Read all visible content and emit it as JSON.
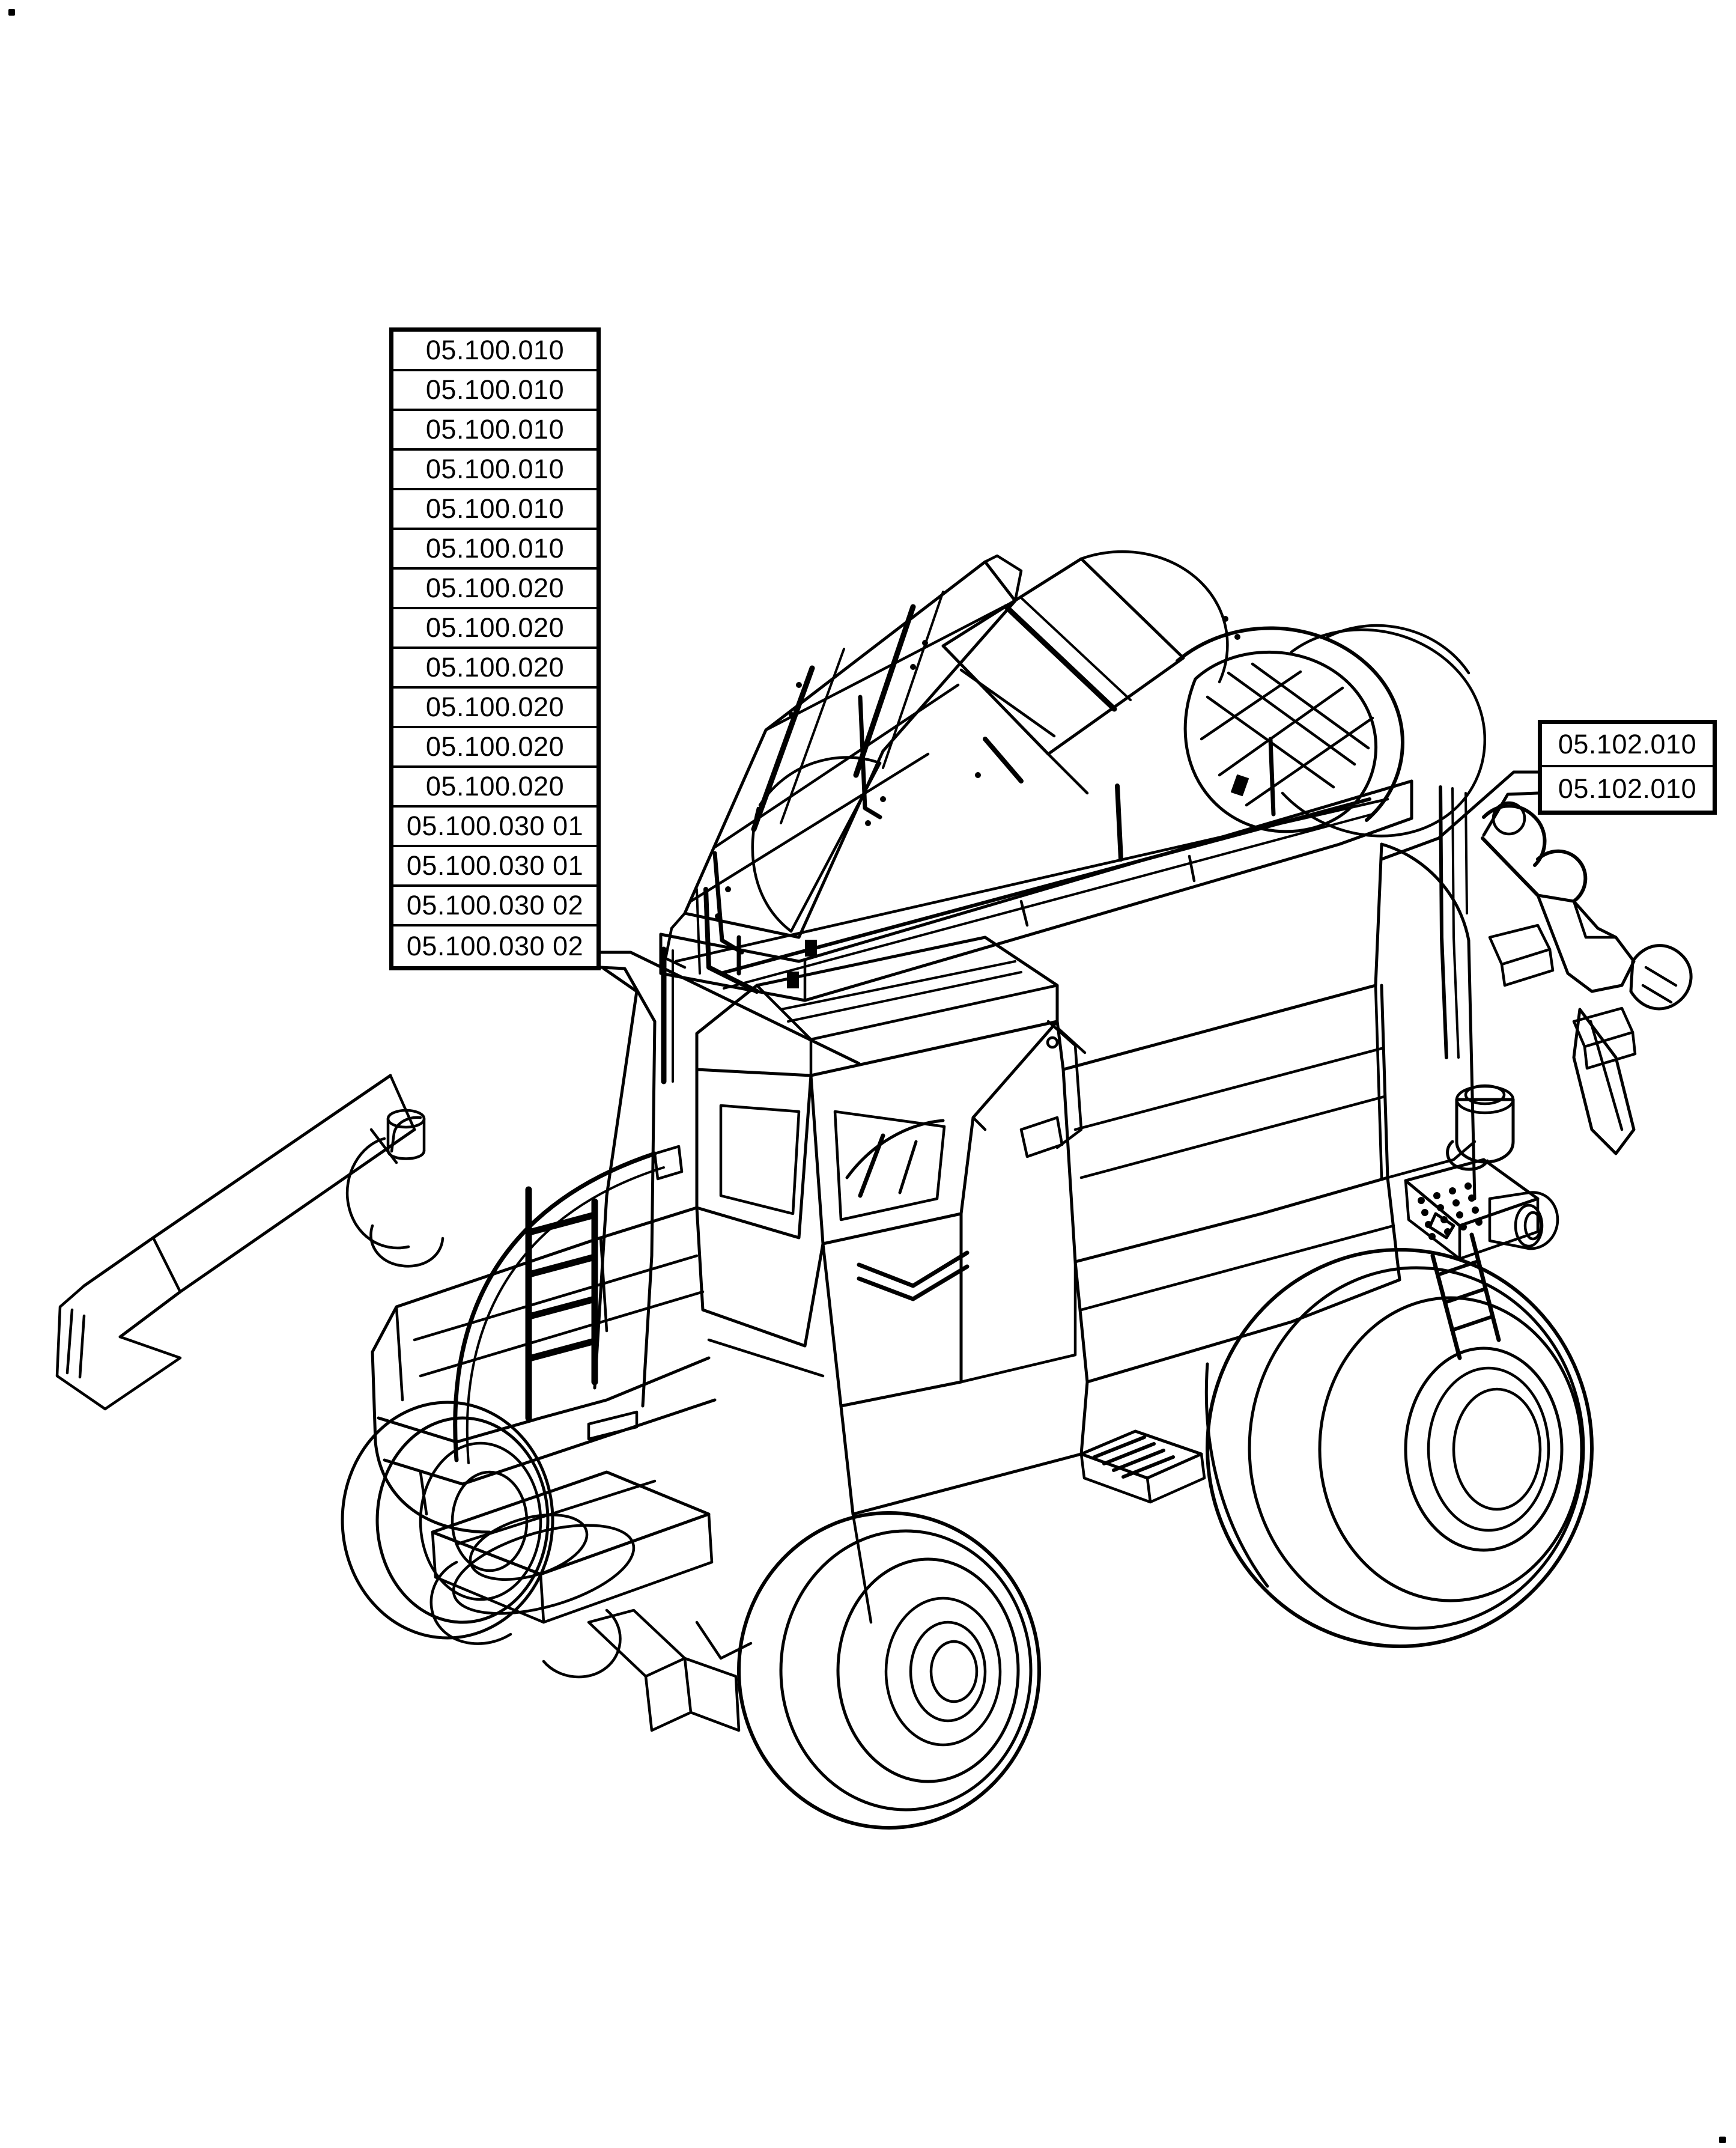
{
  "diagram": {
    "kind": "parts-catalog-exploded-view",
    "subject": "combine-harvester-grain-tank-covers-and-mirrors",
    "background_color": "#ffffff",
    "line_color": "#000000"
  },
  "left_label_table": {
    "name": "left-reference-code-stack",
    "rows": [
      {
        "code": "05.100.010"
      },
      {
        "code": "05.100.010"
      },
      {
        "code": "05.100.010"
      },
      {
        "code": "05.100.010"
      },
      {
        "code": "05.100.010"
      },
      {
        "code": "05.100.010"
      },
      {
        "code": "05.100.020"
      },
      {
        "code": "05.100.020"
      },
      {
        "code": "05.100.020"
      },
      {
        "code": "05.100.020"
      },
      {
        "code": "05.100.020"
      },
      {
        "code": "05.100.020"
      },
      {
        "code": "05.100.030 01"
      },
      {
        "code": "05.100.030 01"
      },
      {
        "code": "05.100.030 02"
      },
      {
        "code": "05.100.030 02"
      }
    ]
  },
  "right_label_table": {
    "name": "right-reference-code-stack",
    "rows": [
      {
        "code": "05.102.010"
      },
      {
        "code": "05.102.010"
      }
    ]
  },
  "registration_marks": [
    {
      "position": "top-left"
    },
    {
      "position": "bottom-right"
    }
  ]
}
